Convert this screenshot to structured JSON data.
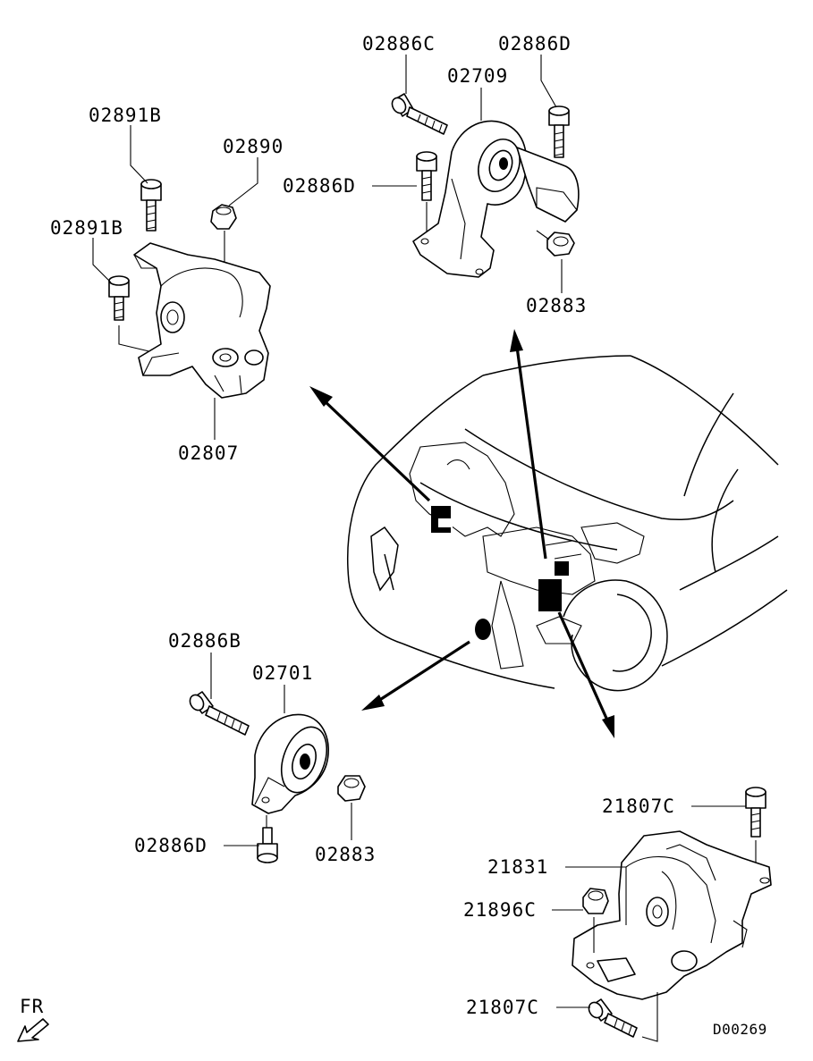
{
  "labels": {
    "top_right_bolt_left": "02886C",
    "top_right_bolt_right": "02886D",
    "top_right_mount": "02709",
    "top_right_bolt_lower": "02886D",
    "top_right_nut": "02883",
    "top_left_bolt_upper": "02891B",
    "top_left_nut": "02890",
    "top_left_bolt_lower": "02891B",
    "top_left_mount": "02807",
    "bottom_left_bolt": "02886B",
    "bottom_left_mount": "02701",
    "bottom_left_bolt_lower": "02886D",
    "bottom_left_nut": "02883",
    "bottom_right_bolt_upper": "21807C",
    "bottom_right_bracket": "21831",
    "bottom_right_nut": "21896C",
    "bottom_right_bolt_lower": "21807C"
  },
  "direction_label": "FR",
  "diagram_code": "D00269"
}
